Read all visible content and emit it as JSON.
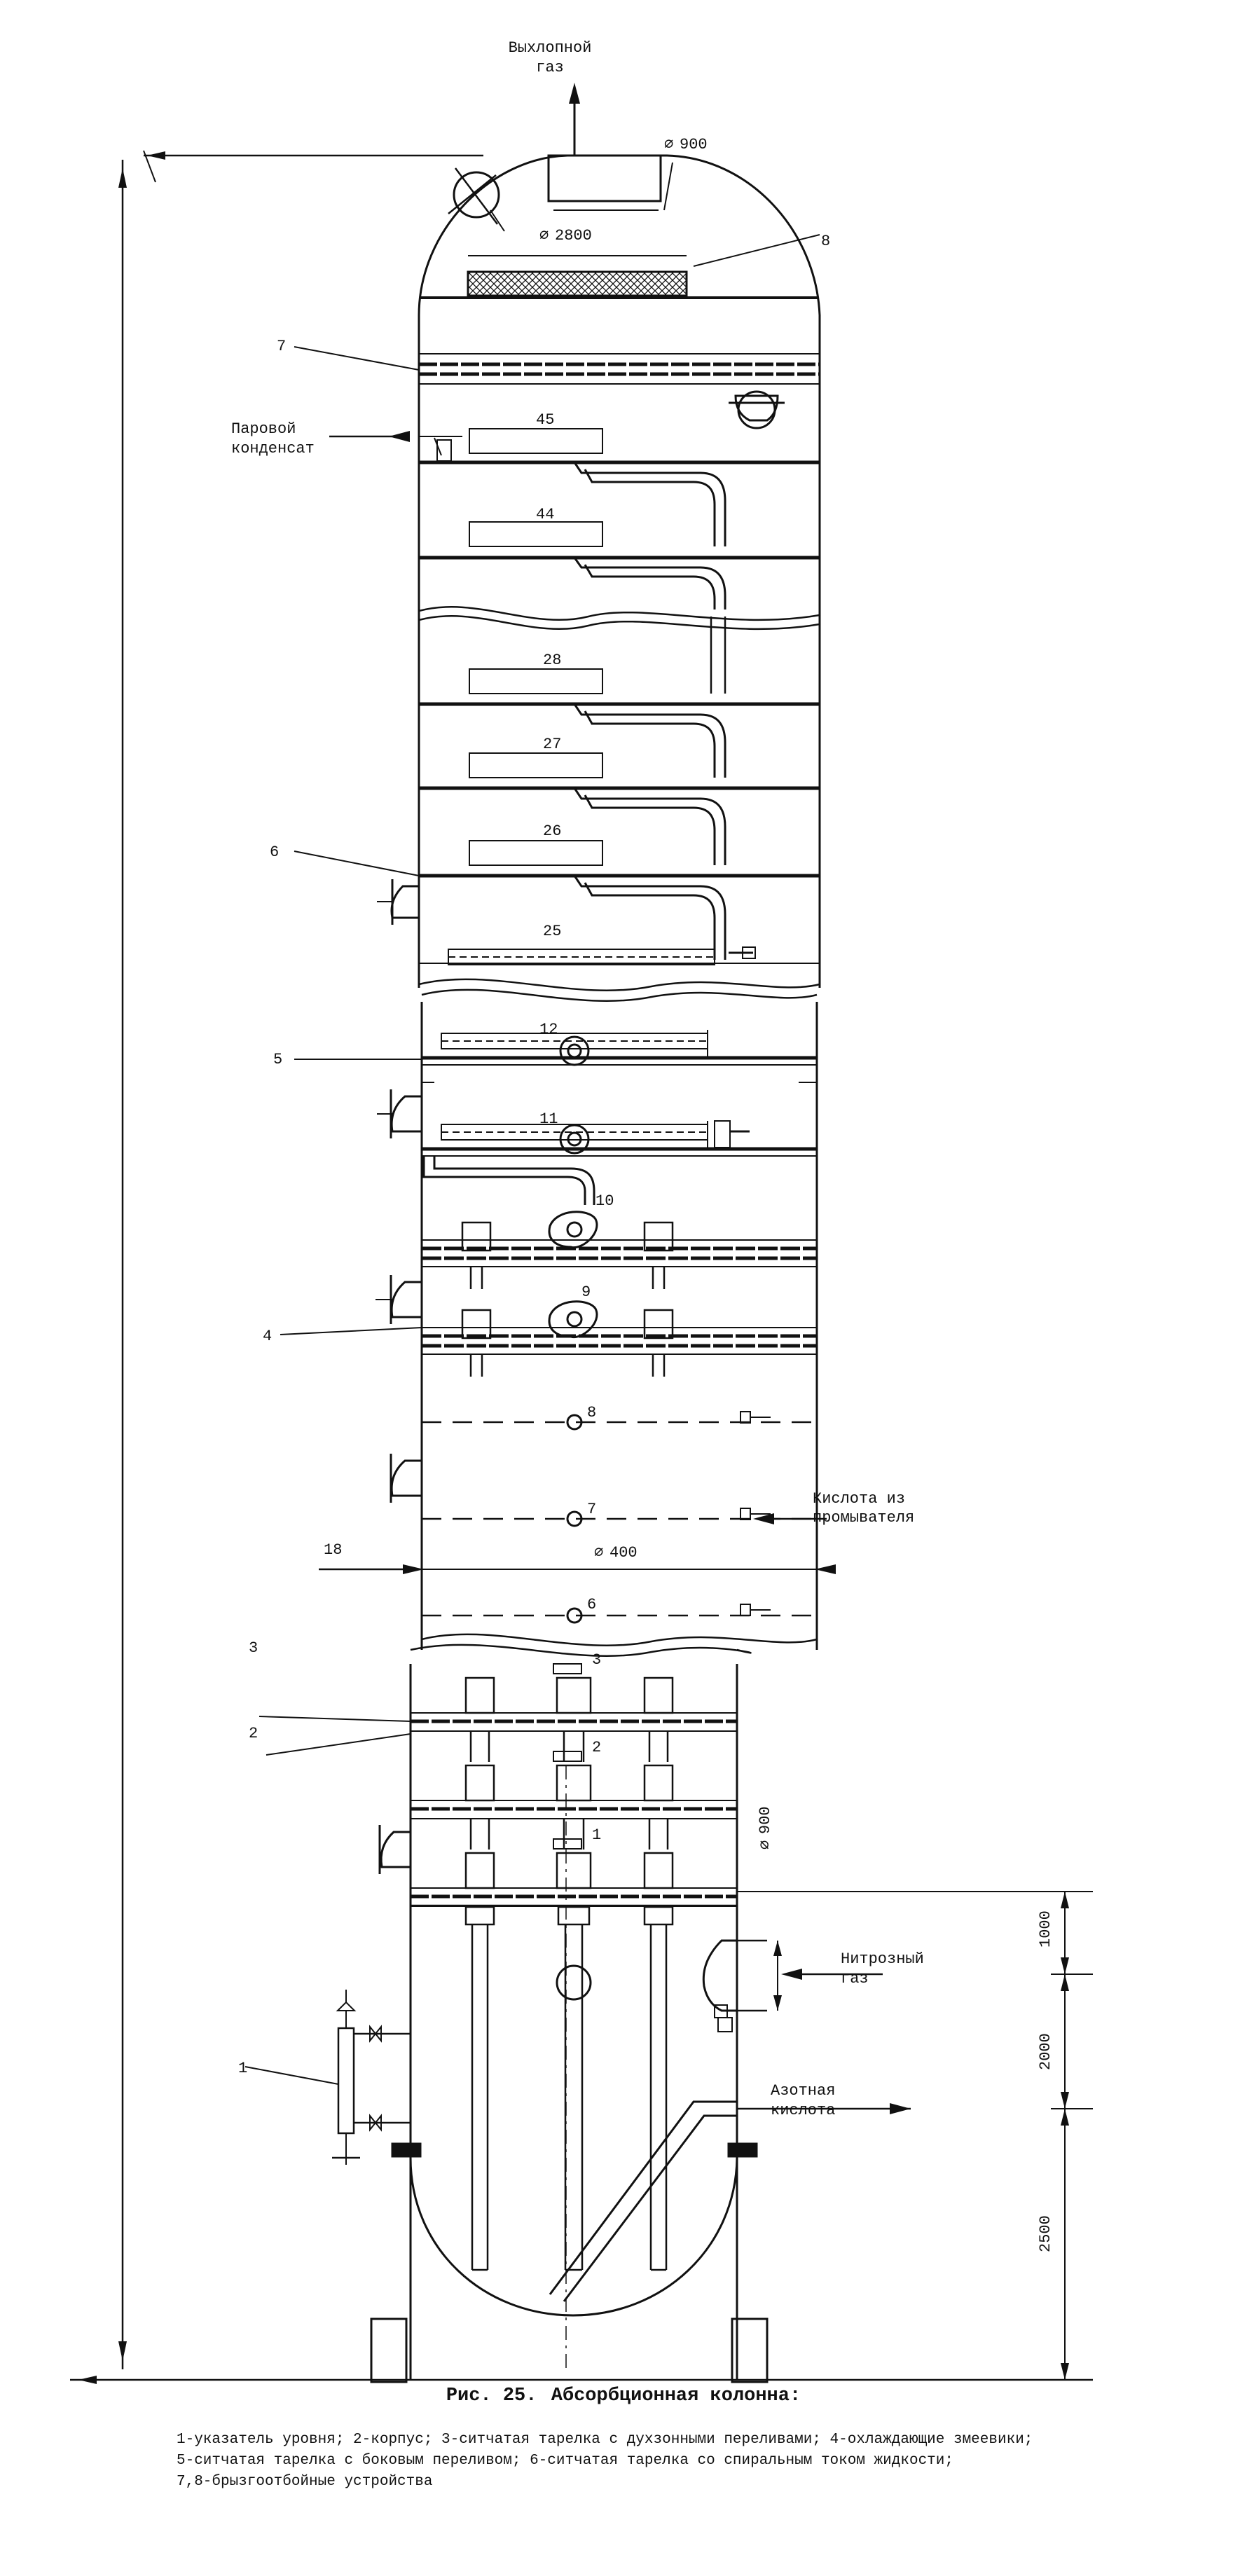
{
  "labels": {
    "exhaust_gas": [
      "Выхлопной",
      "газ"
    ],
    "steam_condensate": [
      "Паровой",
      "конденсат"
    ],
    "acid_from_washer": [
      "Кислота из",
      "промывателя"
    ],
    "nitrous_gas": [
      "Нитрозный",
      "газ"
    ],
    "nitric_acid": [
      "Азотная",
      "кислота"
    ]
  },
  "dimensions": {
    "d900_top": "900",
    "d2800": "2800",
    "d400": "400",
    "d900_side": "900",
    "dim_1000": "1000",
    "dim_2000": "2000",
    "dim_2500": "2500"
  },
  "callouts": [
    "1",
    "2",
    "3",
    "4",
    "5",
    "6",
    "7",
    "8",
    "18"
  ],
  "trays": [
    "45",
    "44",
    "28",
    "27",
    "26",
    "25",
    "12",
    "11",
    "10",
    "9",
    "8",
    "7",
    "6",
    "3",
    "2",
    "1"
  ],
  "caption": {
    "prefix": "Рис. 25.",
    "title": "Абсорбционная колонна:",
    "legend": [
      "1-указатель уровня; 2-корпус; 3-ситчатая тарелка с духзонными переливами; 4-охлаждающие змеевики;",
      "5-ситчатая тарелка с боковым переливом; 6-ситчатая тарелка со спиральным током жидкости;",
      "7,8-брызгоотбойные устройства"
    ]
  }
}
